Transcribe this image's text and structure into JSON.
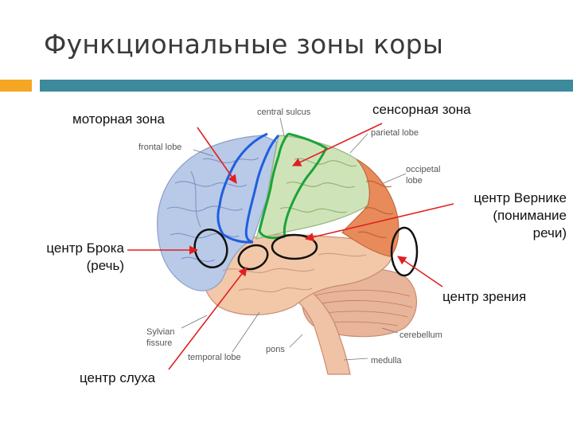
{
  "title": "Функциональные зоны коры",
  "colors": {
    "accent_orange": "#f5a623",
    "accent_teal": "#3d8a9c",
    "arrow_red": "#e02020",
    "motor_outline": "#1f5fe0",
    "sensory_outline": "#1aa33a",
    "frontal_fill": "#b9c9e8",
    "parietal_fill": "#cfe3b8",
    "occipital_fill": "#e88a5a",
    "temporal_fill": "#f2c8a8",
    "cerebellum_fill": "#e8b49a"
  },
  "labels": {
    "motor_zone": "моторная зона",
    "sensory_zone": "сенсорная зона",
    "broca_line1": "центр Брока",
    "broca_line2": "(речь)",
    "wernicke_line1": "центр Вернике",
    "wernicke_line2": "(понимание",
    "wernicke_line3": "речи)",
    "vision_center": "центр зрения",
    "hearing_center": "центр слуха"
  },
  "anatomy_labels": {
    "central_sulcus": "central sulcus",
    "frontal_lobe": "frontal lobe",
    "parietal_lobe": "parietal lobe",
    "occipetal_lobe_line1": "occipetal",
    "occipetal_lobe_line2": "lobe",
    "sylvian_line1": "Sylvian",
    "sylvian_line2": "fissure",
    "temporal_lobe": "temporal lobe",
    "pons": "pons",
    "cerebellum": "cerebellum",
    "medulla": "medulla"
  }
}
